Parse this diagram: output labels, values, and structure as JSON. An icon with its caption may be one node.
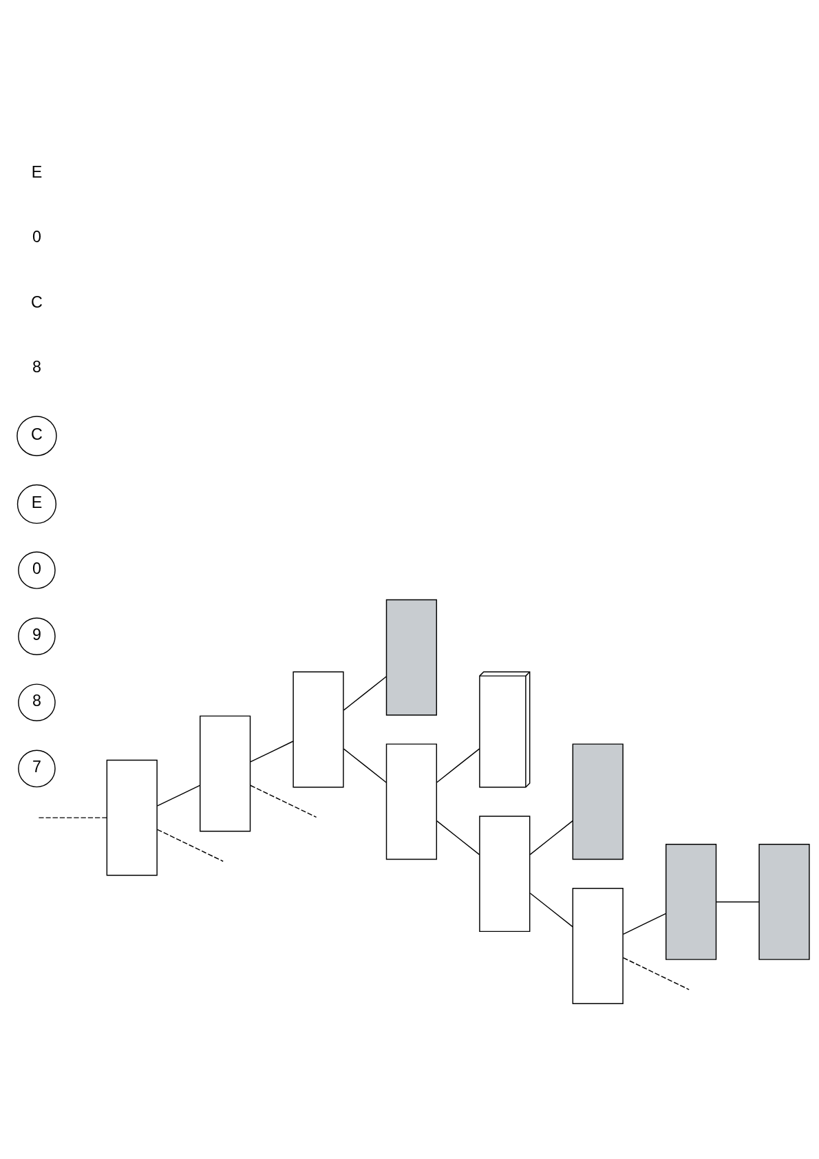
{
  "diagram": {
    "nodes": [
      {
        "text": [],
        "shape": "box"
      },
      {
        "text": [],
        "shape": "box"
      },
      {
        "text": [],
        "shape": "box"
      },
      {
        "text": [],
        "shape": "box"
      },
      {
        "text": [],
        "shape": "box"
      },
      {
        "text": [],
        "shape": "box"
      },
      {
        "text": [],
        "shape": "box"
      },
      {
        "text": [],
        "shape": "box"
      },
      {
        "text": [],
        "shape": "box"
      },
      {
        "text": [],
        "shape": "box"
      },
      {
        "text": [],
        "shape": "box"
      },
      {
        "text": [
          "7"
        ]
      },
      {
        "text": [
          "8"
        ]
      },
      {
        "text": [
          "9"
        ]
      },
      {
        "text": [
          "0"
        ]
      },
      {
        "text": [
          "E"
        ]
      },
      {
        "text": [
          "C"
        ]
      }
    ],
    "edges": [
      {
        "from": 0,
        "to": 1,
        "arrow": "none"
      },
      {
        "from": 1,
        "to": 2,
        "arrow": "none"
      },
      {
        "from": 2,
        "to": 3,
        "arrow": "none"
      },
      {
        "from": 2,
        "to": 4,
        "arrow": "none"
      },
      {
        "from": 4,
        "to": 5,
        "arrow": "none"
      },
      {
        "from": 4,
        "to": 6,
        "arrow": "none"
      },
      {
        "from": 6,
        "to": 7,
        "arrow": "none"
      },
      {
        "from": 6,
        "to": 8,
        "arrow": "none"
      },
      {
        "from": 8,
        "to": 9,
        "arrow": "none"
      },
      {
        "from": 9,
        "to": 10,
        "arrow": "none"
      },
      {
        "from": 8,
        "to": null,
        "arrow": "none",
        "style": "dashed"
      },
      {
        "from": 1,
        "to": null,
        "arrow": "none",
        "style": "dashed"
      },
      {
        "from": 0,
        "to": null,
        "arrow": "none",
        "style": "dashed"
      },
      {
        "from": null,
        "to": 0,
        "arrow": "none",
        "style": "dashed"
      }
    ],
    "labels": [
      "8",
      "C",
      "0",
      "E"
    ]
  }
}
